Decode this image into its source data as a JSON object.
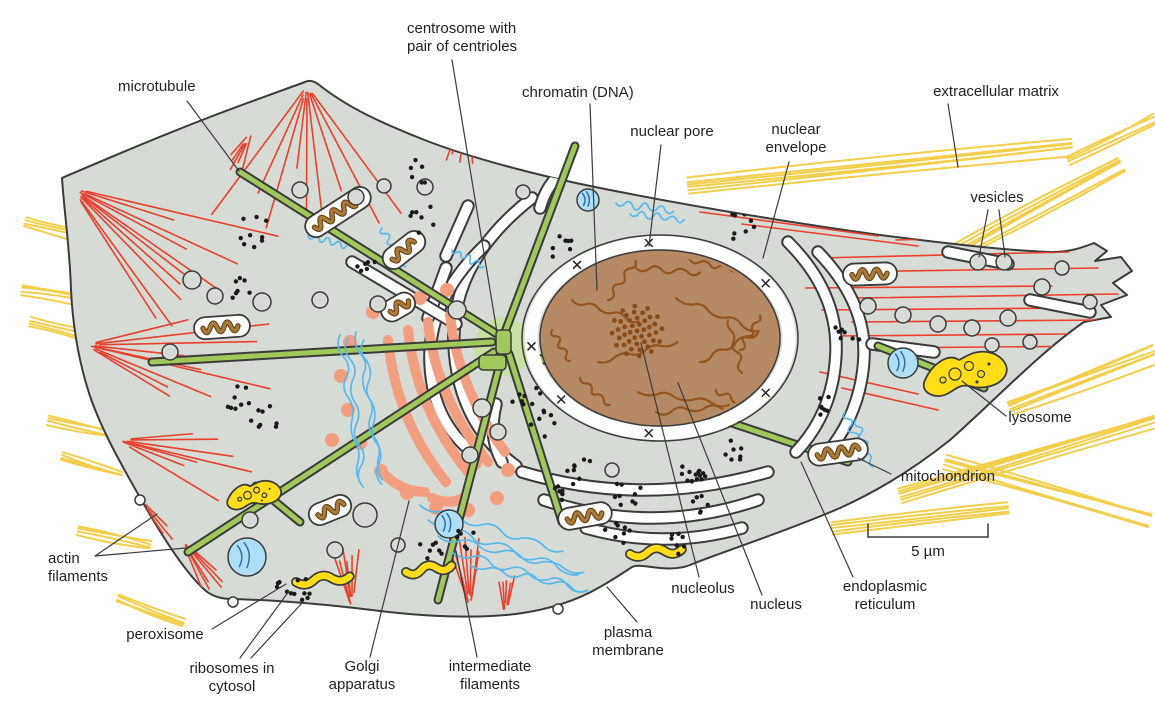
{
  "figure": {
    "type": "labeled-diagram",
    "subject": "animal cell with organelles and cytoskeleton",
    "labels": {
      "microtubule": "microtubule",
      "centrosome": "centrosome with\npair of centrioles",
      "chromatin": "chromatin (DNA)",
      "nuclear_pore": "nuclear pore",
      "nuclear_envelope": "nuclear\nenvelope",
      "extracellular_matrix": "extracellular matrix",
      "vesicles": "vesicles",
      "lysosome": "lysosome",
      "mitochondrion": "mitochondrion",
      "endoplasmic_reticulum": "endoplasmic\nreticulum",
      "nucleus": "nucleus",
      "nucleolus": "nucleolus",
      "plasma_membrane": "plasma\nmembrane",
      "intermediate_filaments": "intermediate\nfilaments",
      "golgi_apparatus": "Golgi\napparatus",
      "ribosomes": "ribosomes in\ncytosol",
      "peroxisome": "peroxisome",
      "actin_filaments": "actin\nfilaments"
    },
    "scale_bar": {
      "label": "5 µm"
    },
    "colors": {
      "cytosol": "#D6DBD6",
      "outline": "#3B3B3B",
      "nucleus_fill": "#B58963",
      "chromatin_brown": "#96551E",
      "nucleolus_brown": "#8A4C16",
      "microtubule_green": "#A0C85A",
      "centrosome_halo": "#C8E0A0",
      "actin_red": "#E8412E",
      "intermediate_blue": "#5AB9EB",
      "ecm_yellow": "#F2CE4A",
      "organelle_yellow": "#FFDE17",
      "golgi_salmon": "#F49E80",
      "cristae_brown": "#A87B3C",
      "cristae_dark": "#6B4414",
      "vesicle_blue": "#AEDFF5",
      "vesicle_blue_line": "#2F6FAE",
      "label_text": "#231F20"
    }
  }
}
